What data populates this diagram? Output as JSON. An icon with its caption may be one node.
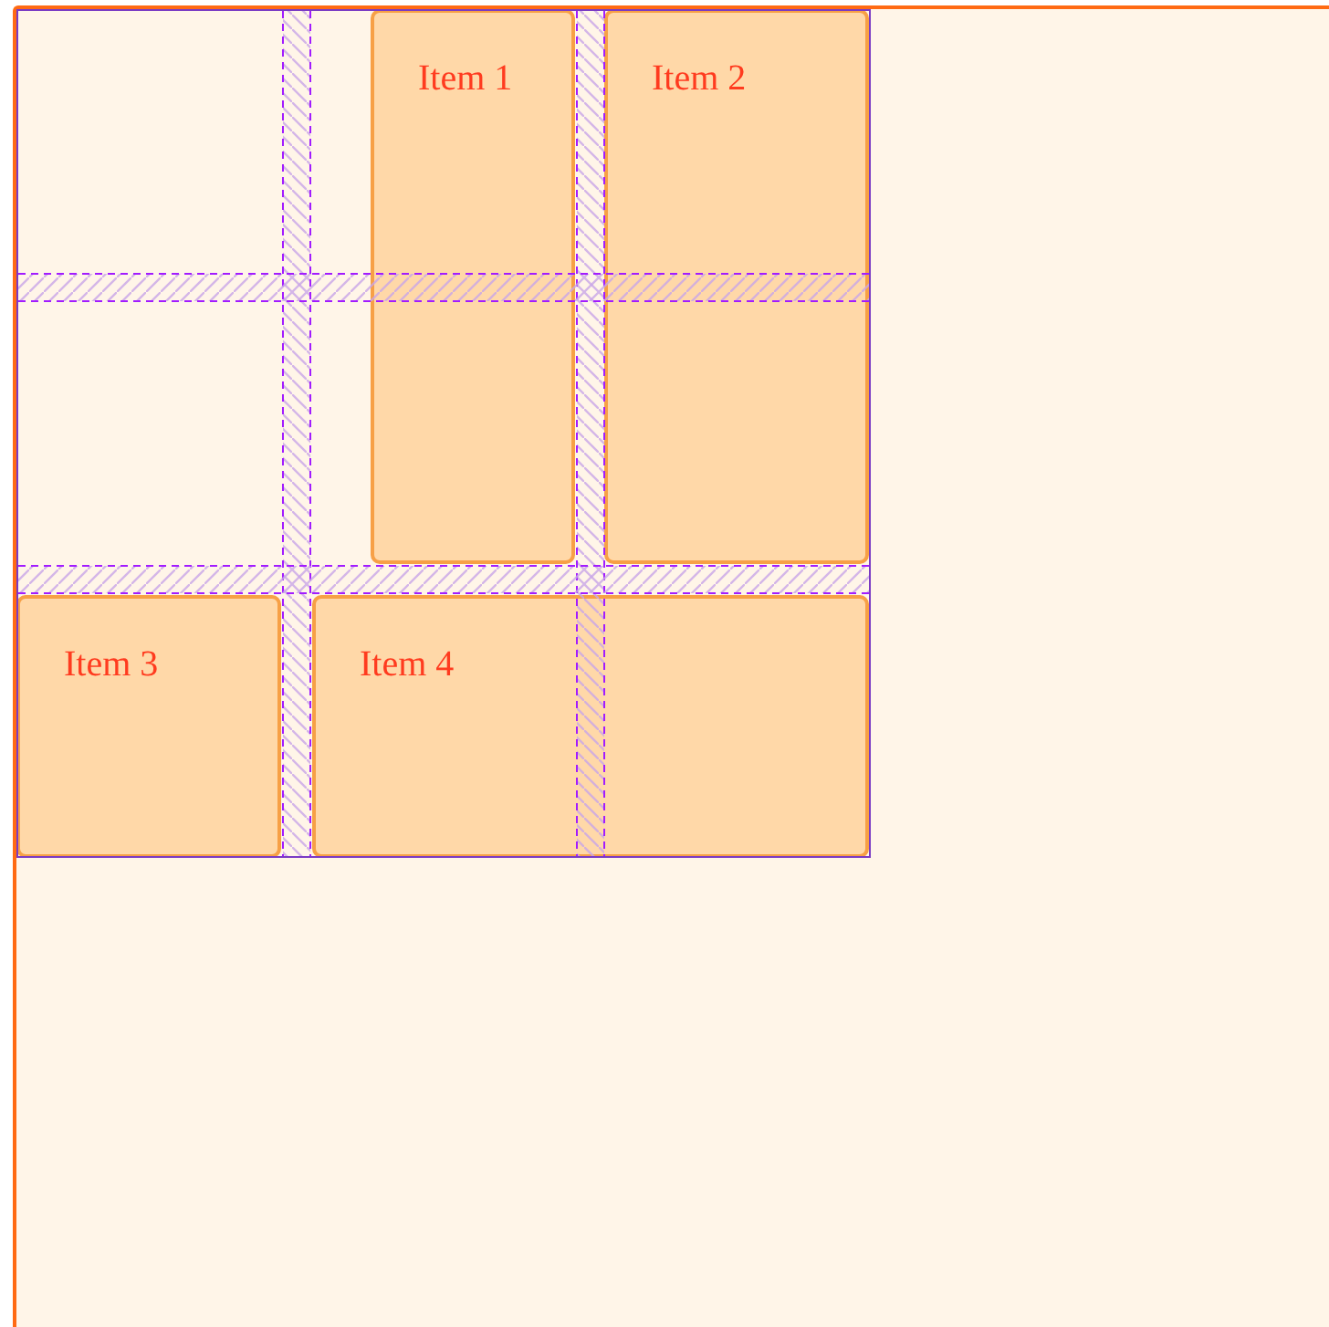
{
  "diagram": {
    "nodes": [
      {
        "text": [
          "Item 1"
        ]
      },
      {
        "text": [
          "Item 2"
        ]
      },
      {
        "text": [
          "Item 3"
        ]
      },
      {
        "text": [
          "Item 4"
        ]
      }
    ]
  }
}
